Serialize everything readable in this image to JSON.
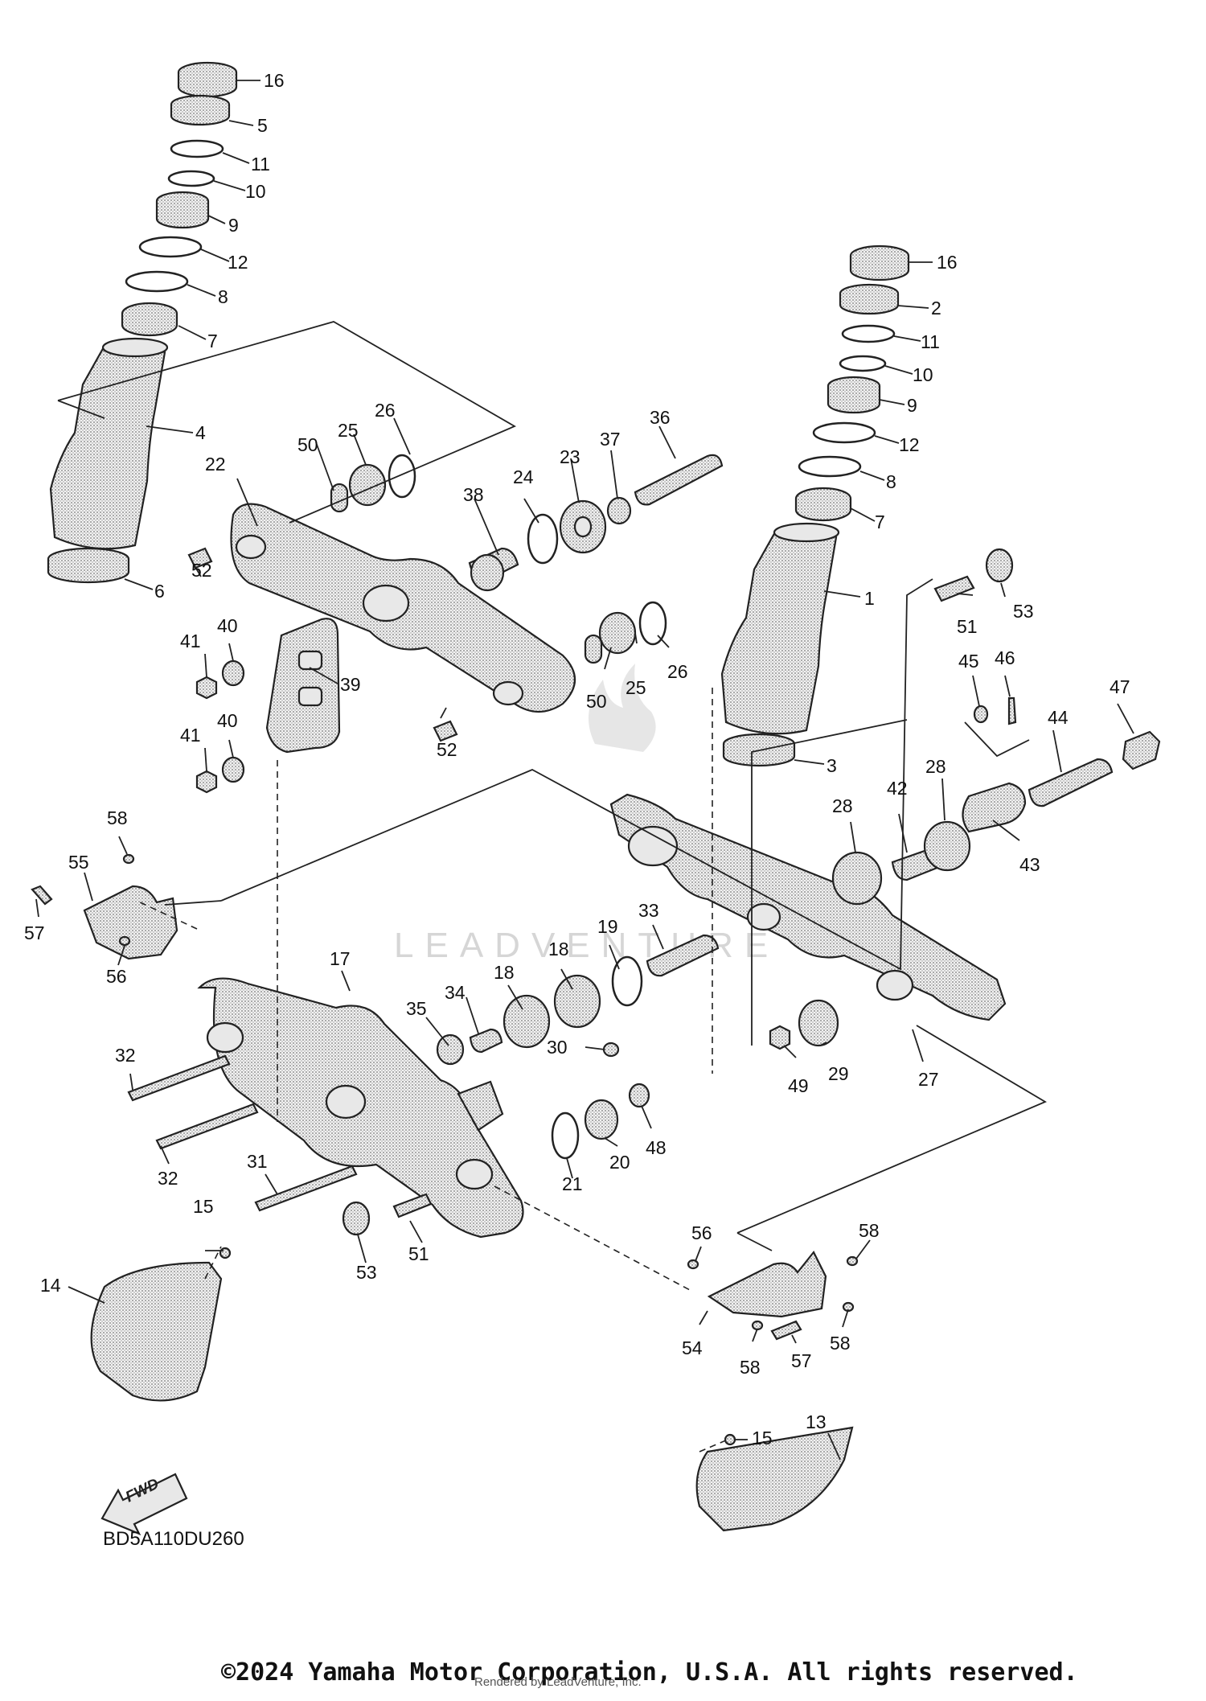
{
  "diagram_code": "BD5A110DU260",
  "fwd_label": "FWD",
  "copyright": "©2024 Yamaha Motor Corporation, U.S.A. All rights reserved.",
  "rendered_by": "Rendered by LeadVenture, Inc.",
  "watermark": "LEADVENTURE",
  "callouts": {
    "c1": "1",
    "c2": "2",
    "c3": "3",
    "c4": "4",
    "c5": "5",
    "c6": "6",
    "c7a": "7",
    "c7b": "7",
    "c8a": "8",
    "c8b": "8",
    "c9a": "9",
    "c9b": "9",
    "c10a": "10",
    "c10b": "10",
    "c11a": "11",
    "c11b": "11",
    "c12a": "12",
    "c12b": "12",
    "c13": "13",
    "c14": "14",
    "c15a": "15",
    "c15b": "15",
    "c16a": "16",
    "c16b": "16",
    "c17": "17",
    "c18a": "18",
    "c18b": "18",
    "c19": "19",
    "c20": "20",
    "c21": "21",
    "c22": "22",
    "c23": "23",
    "c24": "24",
    "c25a": "25",
    "c25b": "25",
    "c26a": "26",
    "c26b": "26",
    "c27": "27",
    "c28a": "28",
    "c28b": "28",
    "c29": "29",
    "c30": "30",
    "c31": "31",
    "c32a": "32",
    "c32b": "32",
    "c33": "33",
    "c34": "34",
    "c35": "35",
    "c36": "36",
    "c37": "37",
    "c38": "38",
    "c39": "39",
    "c40a": "40",
    "c40b": "40",
    "c41a": "41",
    "c41b": "41",
    "c42": "42",
    "c43": "43",
    "c44": "44",
    "c45": "45",
    "c46": "46",
    "c47": "47",
    "c48": "48",
    "c49": "49",
    "c50a": "50",
    "c50b": "50",
    "c51a": "51",
    "c51b": "51",
    "c52a": "52",
    "c52b": "52",
    "c53a": "53",
    "c53b": "53",
    "c54": "54",
    "c55": "55",
    "c56a": "56",
    "c56b": "56",
    "c57a": "57",
    "c57b": "57",
    "c58a": "58",
    "c58b": "58",
    "c58c": "58",
    "c58d": "58"
  }
}
